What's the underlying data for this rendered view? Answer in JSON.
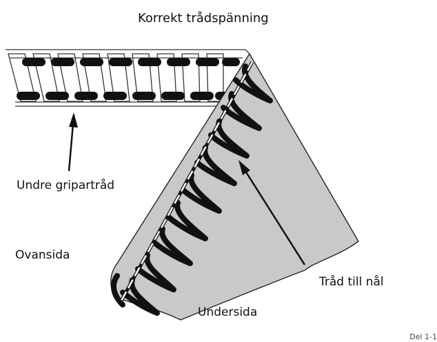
{
  "diagram": {
    "title": "Korrekt trådspänning",
    "labels": {
      "lower_looper_thread": "Undre gripartråd",
      "top_side": "Ovansida",
      "needle_thread": "Tråd till nål",
      "under_side": "Undersida"
    },
    "page_number": "Del 1-1",
    "colors": {
      "fabric": "#c8c9cb",
      "thread_dark": "#111111",
      "outline": "#222222"
    }
  }
}
